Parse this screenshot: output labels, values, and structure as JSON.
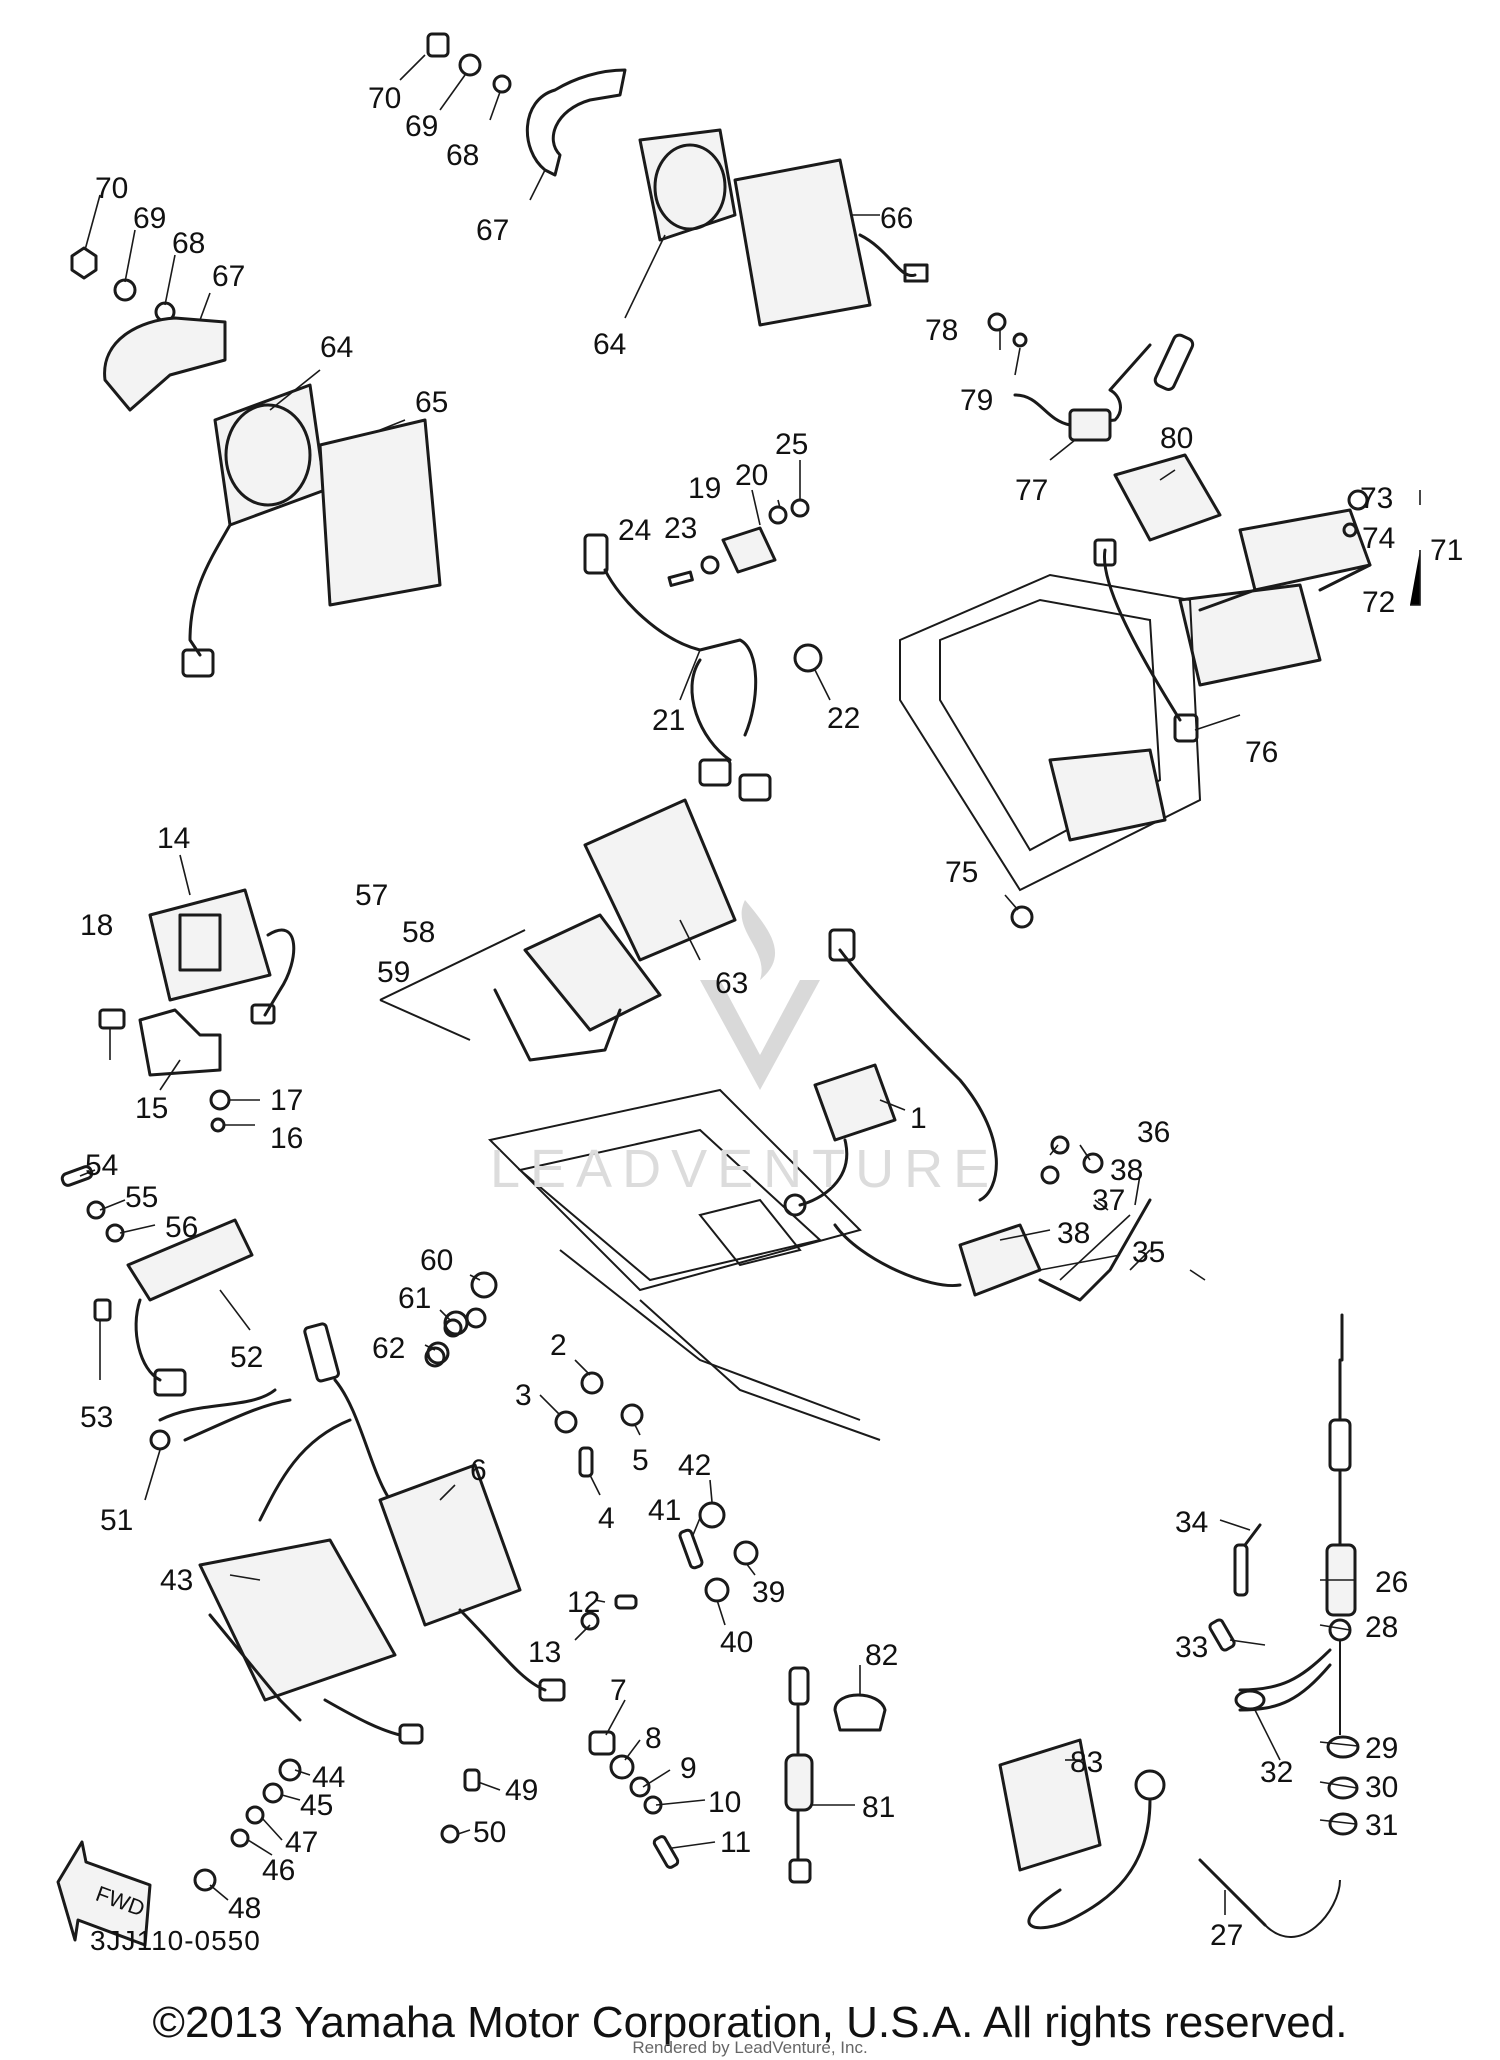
{
  "diagram": {
    "code": "3JJ110-0550",
    "copyright": "©2013 Yamaha Motor Corporation, U.S.A. All rights reserved.",
    "render_credit": "Rendered by LeadVenture, Inc.",
    "watermark": "LEADVENTURE",
    "fwd_label": "FWD"
  },
  "callouts": [
    {
      "label": "70"
    },
    {
      "label": "69"
    },
    {
      "label": "68"
    },
    {
      "label": "67"
    },
    {
      "label": "66"
    },
    {
      "label": "64"
    },
    {
      "label": "70"
    },
    {
      "label": "69"
    },
    {
      "label": "68"
    },
    {
      "label": "67"
    },
    {
      "label": "64"
    },
    {
      "label": "65"
    },
    {
      "label": "78"
    },
    {
      "label": "79"
    },
    {
      "label": "77"
    },
    {
      "label": "80"
    },
    {
      "label": "73"
    },
    {
      "label": "74"
    },
    {
      "label": "71"
    },
    {
      "label": "72"
    },
    {
      "label": "25"
    },
    {
      "label": "20"
    },
    {
      "label": "19"
    },
    {
      "label": "24"
    },
    {
      "label": "23"
    },
    {
      "label": "21"
    },
    {
      "label": "22"
    },
    {
      "label": "76"
    },
    {
      "label": "75"
    },
    {
      "label": "14"
    },
    {
      "label": "18"
    },
    {
      "label": "17"
    },
    {
      "label": "15"
    },
    {
      "label": "16"
    },
    {
      "label": "57"
    },
    {
      "label": "58"
    },
    {
      "label": "59"
    },
    {
      "label": "63"
    },
    {
      "label": "1"
    },
    {
      "label": "36"
    },
    {
      "label": "38"
    },
    {
      "label": "37"
    },
    {
      "label": "38"
    },
    {
      "label": "35"
    },
    {
      "label": "54"
    },
    {
      "label": "55"
    },
    {
      "label": "56"
    },
    {
      "label": "52"
    },
    {
      "label": "53"
    },
    {
      "label": "51"
    },
    {
      "label": "60"
    },
    {
      "label": "61"
    },
    {
      "label": "62"
    },
    {
      "label": "2"
    },
    {
      "label": "3"
    },
    {
      "label": "5"
    },
    {
      "label": "4"
    },
    {
      "label": "42"
    },
    {
      "label": "41"
    },
    {
      "label": "39"
    },
    {
      "label": "40"
    },
    {
      "label": "6"
    },
    {
      "label": "43"
    },
    {
      "label": "12"
    },
    {
      "label": "13"
    },
    {
      "label": "7"
    },
    {
      "label": "8"
    },
    {
      "label": "9"
    },
    {
      "label": "10"
    },
    {
      "label": "11"
    },
    {
      "label": "44"
    },
    {
      "label": "45"
    },
    {
      "label": "47"
    },
    {
      "label": "46"
    },
    {
      "label": "48"
    },
    {
      "label": "49"
    },
    {
      "label": "50"
    },
    {
      "label": "82"
    },
    {
      "label": "81"
    },
    {
      "label": "83"
    },
    {
      "label": "34"
    },
    {
      "label": "26"
    },
    {
      "label": "28"
    },
    {
      "label": "33"
    },
    {
      "label": "32"
    },
    {
      "label": "29"
    },
    {
      "label": "30"
    },
    {
      "label": "31"
    },
    {
      "label": "27"
    }
  ]
}
